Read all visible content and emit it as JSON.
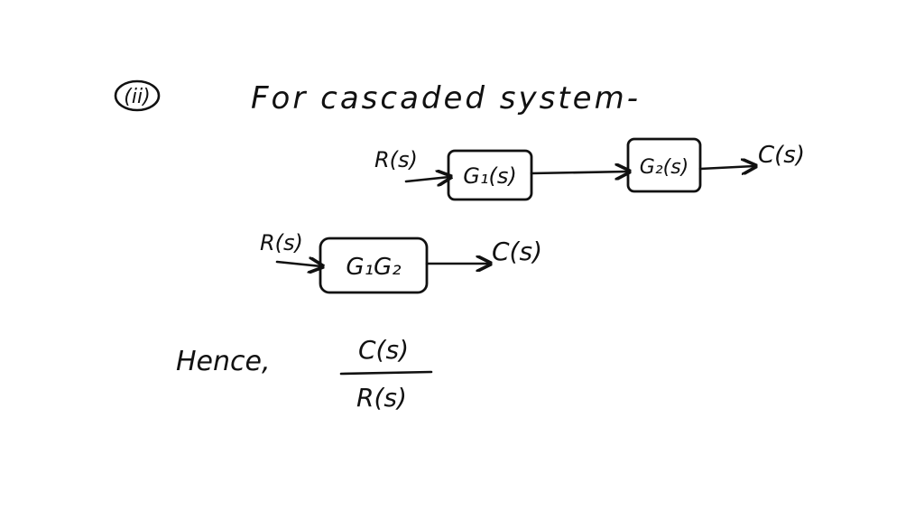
{
  "question_label": "(ii)",
  "heading": "For cascaded system-",
  "diagram1": {
    "input_label": "R(s)",
    "block1_label": "G₁(s)",
    "block2_label": "G₂(s)",
    "output_label": "C(s)"
  },
  "diagram2": {
    "input_label": "R(s)",
    "block_label": "G₁G₂",
    "output_label": "C(s)"
  },
  "conclusion": {
    "lead": "Hence,",
    "numerator": "C(s)",
    "denominator": "R(s)"
  },
  "colors": {
    "ink": "#111111",
    "background": "#ffffff"
  }
}
